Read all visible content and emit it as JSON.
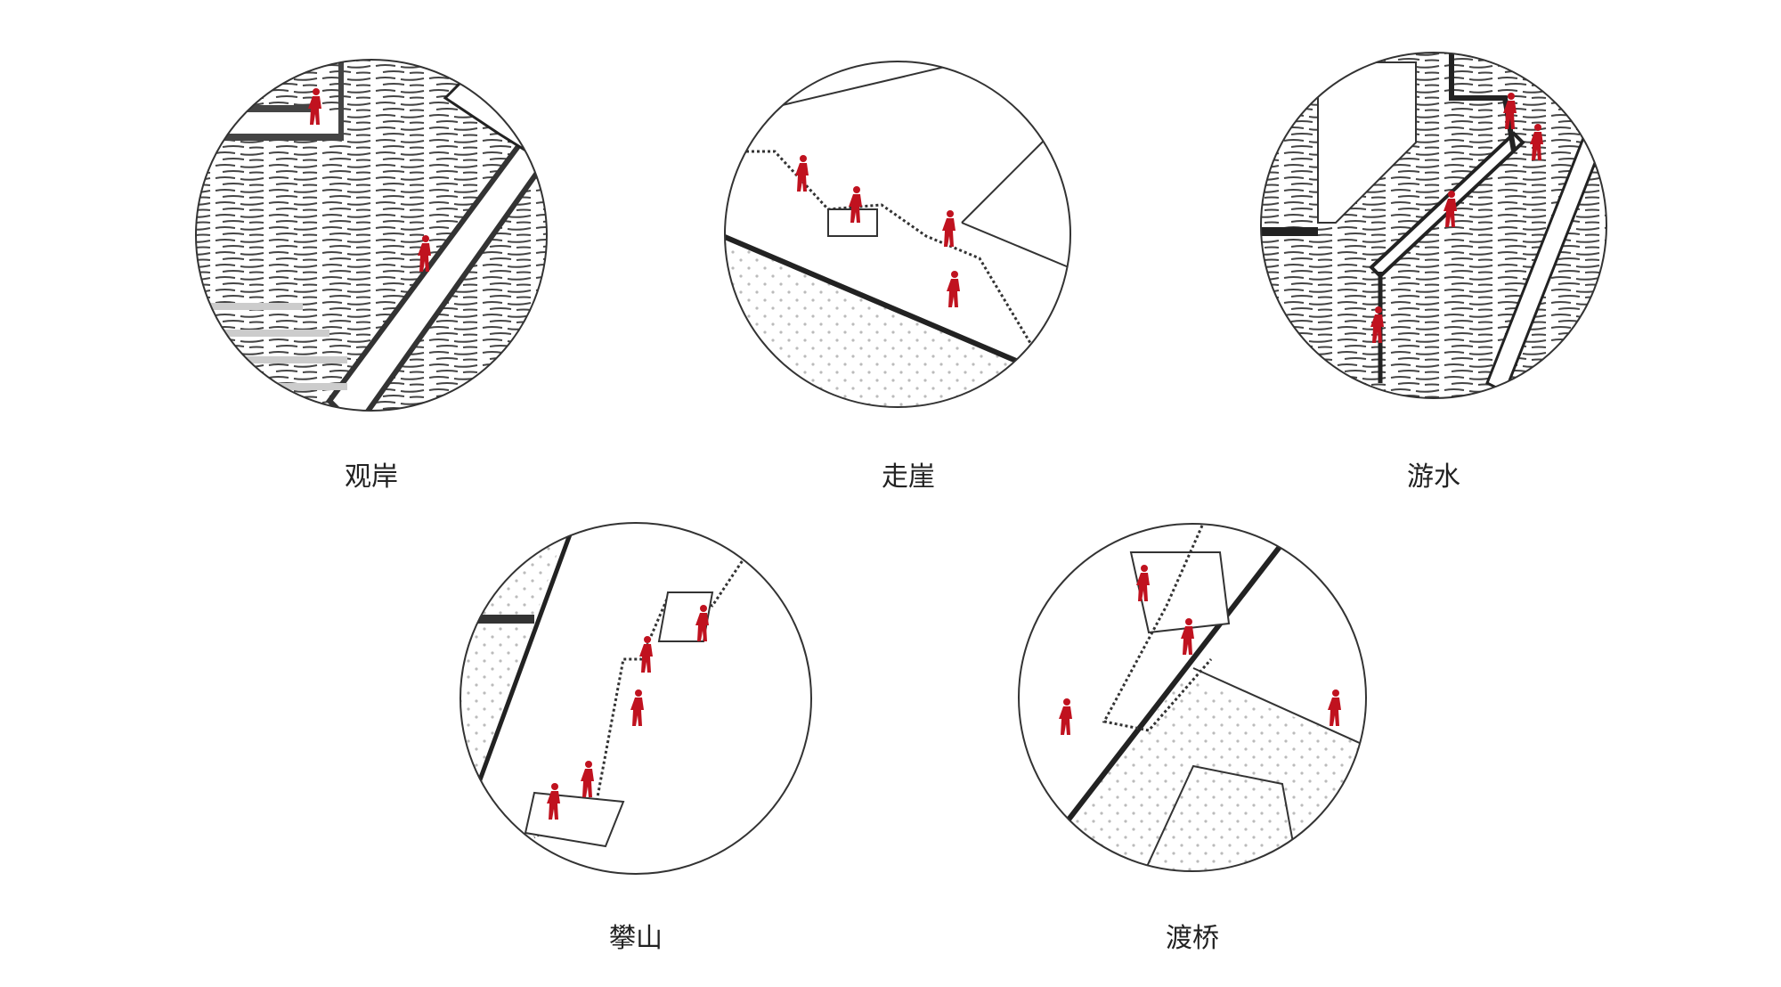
{
  "panels": [
    {
      "label": "观岸"
    },
    {
      "label": "走崖"
    },
    {
      "label": "游水"
    },
    {
      "label": "攀山"
    },
    {
      "label": "渡桥"
    }
  ],
  "colors": {
    "figure": "#c0121f",
    "line": "#222222",
    "dots": "#bbbbbb"
  }
}
